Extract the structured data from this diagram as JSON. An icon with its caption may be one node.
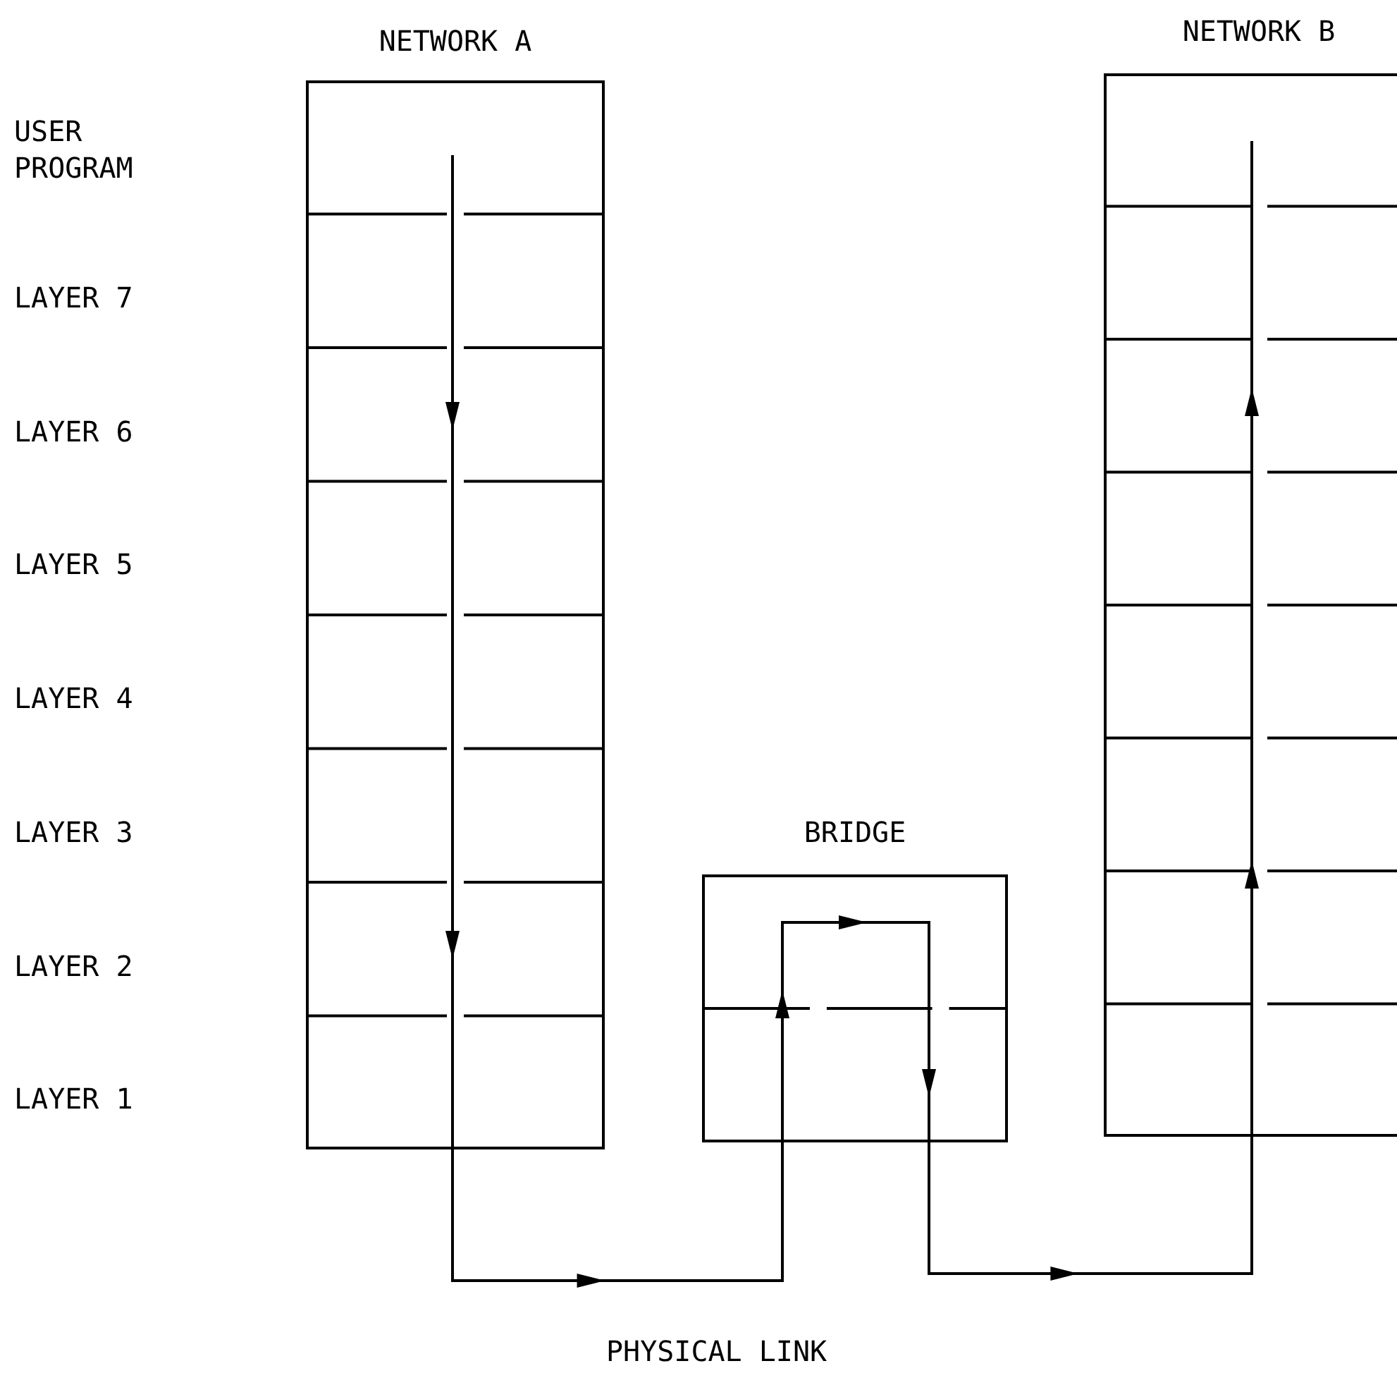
{
  "diagram": {
    "nodes": [
      {
        "text": [
          "NETWORK A"
        ]
      },
      {
        "text": [
          "BRIDGE"
        ]
      },
      {
        "text": [
          "NETWORK B"
        ]
      }
    ],
    "edges": [
      {
        "from": 0,
        "to": 1,
        "arrow": "to"
      },
      {
        "from": 1,
        "to": 2,
        "arrow": "to"
      }
    ],
    "labels": [
      "USER PROGRAM",
      "LAYER 7",
      "LAYER 6",
      "LAYER 5",
      "LAYER 4",
      "LAYER 3",
      "LAYER 2",
      "LAYER 1",
      "PHYSICAL LINK"
    ]
  }
}
